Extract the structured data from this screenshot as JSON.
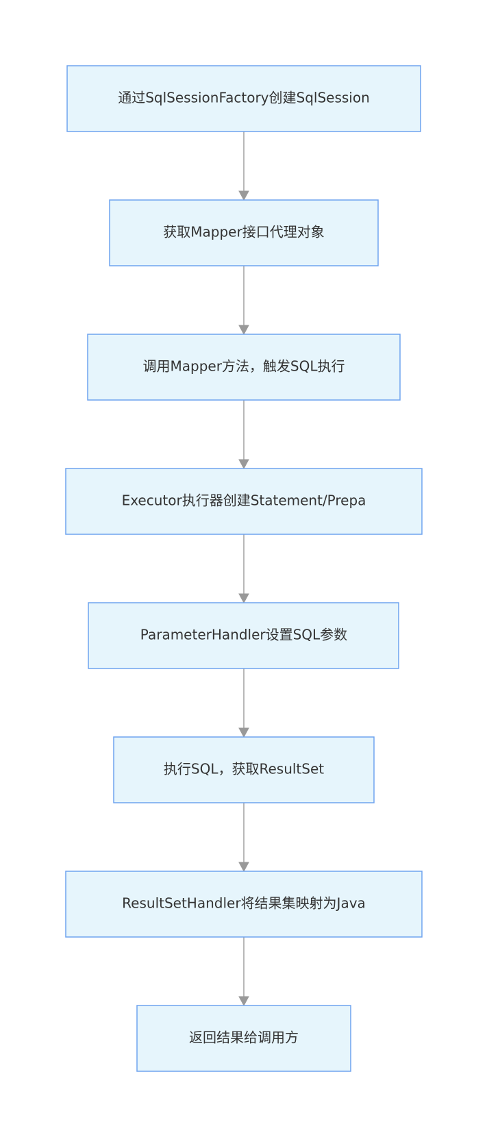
{
  "diagram": {
    "type": "flowchart",
    "direction": "top-to-bottom",
    "nodes": [
      {
        "id": "n1",
        "label": "通过SqlSessionFactory创建SqlSession"
      },
      {
        "id": "n2",
        "label": "获取Mapper接口代理对象"
      },
      {
        "id": "n3",
        "label": "调用Mapper方法，触发SQL执行"
      },
      {
        "id": "n4",
        "label": "Executor执行器创建Statement/Prepa"
      },
      {
        "id": "n5",
        "label": "ParameterHandler设置SQL参数"
      },
      {
        "id": "n6",
        "label": "执行SQL，获取ResultSet"
      },
      {
        "id": "n7",
        "label": "ResultSetHandler将结果集映射为Java"
      },
      {
        "id": "n8",
        "label": "返回结果给调用方"
      }
    ],
    "edges": [
      {
        "from": "n1",
        "to": "n2"
      },
      {
        "from": "n2",
        "to": "n3"
      },
      {
        "from": "n3",
        "to": "n4"
      },
      {
        "from": "n4",
        "to": "n5"
      },
      {
        "from": "n5",
        "to": "n6"
      },
      {
        "from": "n6",
        "to": "n7"
      },
      {
        "from": "n7",
        "to": "n8"
      }
    ],
    "colors": {
      "node_fill": "#e6f5fc",
      "node_border": "#6fa3ef",
      "edge": "#a6a6a6",
      "arrowhead": "#999999",
      "text": "#333333"
    }
  }
}
